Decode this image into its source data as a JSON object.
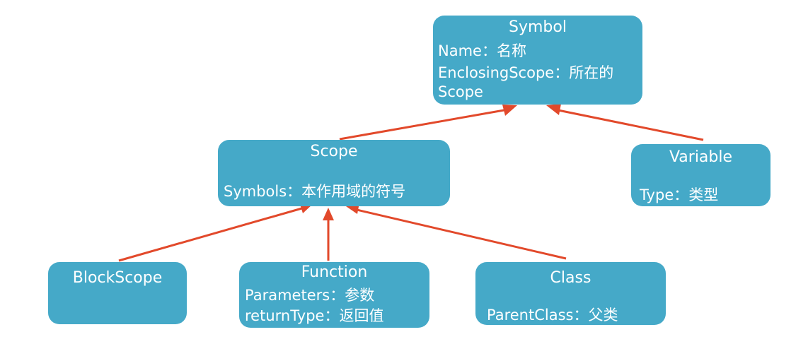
{
  "nodes": {
    "symbol": {
      "title": "Symbol",
      "attrs": [
        "Name：名称",
        "EnclosingScope：所在的",
        "Scope"
      ]
    },
    "scope": {
      "title": "Scope",
      "attrs": [
        "Symbols：本作用域的符号"
      ]
    },
    "variable": {
      "title": "Variable",
      "attrs": [
        "Type：类型"
      ]
    },
    "blockscope": {
      "title": "BlockScope",
      "attrs": []
    },
    "function": {
      "title": "Function",
      "attrs": [
        "Parameters：参数",
        "returnType：返回值"
      ]
    },
    "class": {
      "title": "Class",
      "attrs": [
        "ParentClass：父类"
      ]
    }
  },
  "edges": [
    {
      "from": "scope",
      "to": "symbol"
    },
    {
      "from": "variable",
      "to": "symbol"
    },
    {
      "from": "blockscope",
      "to": "scope"
    },
    {
      "from": "function",
      "to": "scope"
    },
    {
      "from": "class",
      "to": "scope"
    }
  ],
  "colors": {
    "node_fill": "#45a9c8",
    "node_text": "#ffffff",
    "arrow": "#e2492b"
  }
}
